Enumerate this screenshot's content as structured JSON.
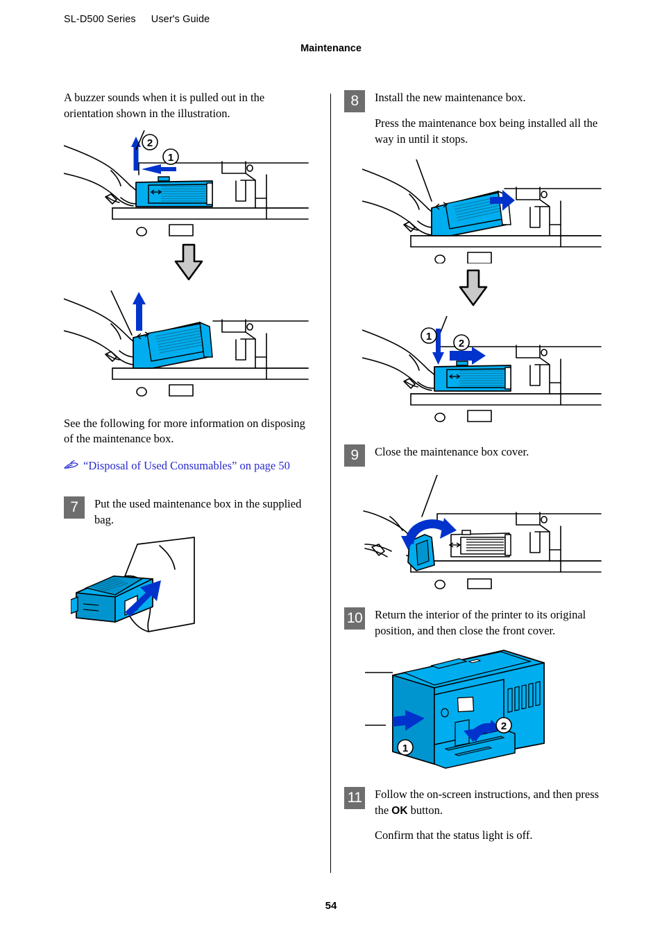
{
  "header": {
    "series": "SL-D500 Series",
    "guide": "User's Guide",
    "section": "Maintenance"
  },
  "footer": {
    "page_number": "54"
  },
  "colors": {
    "cyan": "#00AEEF",
    "cyan_dark": "#0095CE",
    "arrow_blue": "#0033CC",
    "link_blue": "#2a2ad0",
    "badge_gray": "#6e6e6e",
    "down_arrow_fill": "#c9c9c9",
    "line_black": "#000000"
  },
  "left_column": {
    "intro_paragraph": "A buzzer sounds when it is pulled out in the orientation shown in the illustration.",
    "figure_1": {
      "name": "maintenance-box-removal-step-a",
      "callouts": [
        "1",
        "2"
      ],
      "alt": "Hand pulling maintenance box out of printer, arrow 1 points left, arrow 2 points up"
    },
    "transition_arrow": "down-arrow",
    "figure_2": {
      "name": "maintenance-box-removal-step-b",
      "callouts": [],
      "alt": "Hand lifting tilted maintenance box out of printer, blue arrow points up"
    },
    "disposal_paragraph": "See the following for more information on disposing of the maintenance box.",
    "xref": {
      "icon": "pointing-hand-icon",
      "text": "“Disposal of Used Consumables” on page 50"
    },
    "step7": {
      "number": "7",
      "text": "Put the used maintenance box in the supplied bag.",
      "figure": {
        "name": "maintenance-box-into-bag",
        "alt": "Cyan maintenance box being inserted into a clear plastic bag, blue arrow points up-right"
      }
    }
  },
  "right_column": {
    "step8": {
      "number": "8",
      "text_1": "Install the new maintenance box.",
      "text_2": "Press the maintenance box being installed all the way in until it stops.",
      "figure_1": {
        "name": "maintenance-box-install-step-a",
        "callouts": [],
        "alt": "Hand placing tilted maintenance box into printer, blue arrow points right"
      },
      "transition_arrow": "down-arrow",
      "figure_2": {
        "name": "maintenance-box-install-step-b",
        "callouts": [
          "1",
          "2"
        ],
        "alt": "Hand pressing maintenance box into printer, arrow 1 points down, arrow 2 points right"
      }
    },
    "step9": {
      "number": "9",
      "text": "Close the maintenance box cover.",
      "figure": {
        "name": "close-maintenance-box-cover",
        "alt": "Hand rotating the maintenance box cover closed, curved blue arrow"
      }
    },
    "step10": {
      "number": "10",
      "text": "Return the interior of the printer to its original position, and then close the front cover.",
      "figure": {
        "name": "return-printer-interior",
        "callouts": [
          "1",
          "2"
        ],
        "alt": "Cyan printer body with arrow 1 pointing left and curved arrow 2 pointing up"
      }
    },
    "step11": {
      "number": "11",
      "text_before": "Follow the on-screen instructions, and then press the ",
      "ok_label": "OK",
      "text_after": " button.",
      "text_2": "Confirm that the status light is off."
    }
  }
}
